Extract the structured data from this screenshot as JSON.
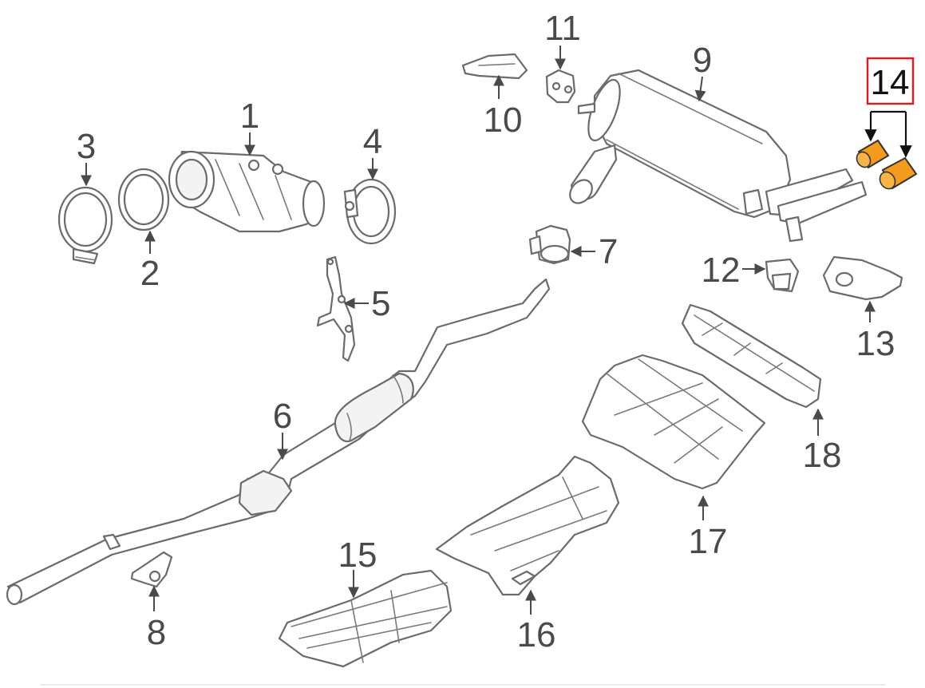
{
  "callouts": {
    "c1": "1",
    "c2": "2",
    "c3": "3",
    "c4": "4",
    "c5": "5",
    "c6": "6",
    "c7": "7",
    "c8": "8",
    "c9": "9",
    "c10": "10",
    "c11": "11",
    "c12": "12",
    "c13": "13",
    "c14": "14",
    "c15": "15",
    "c16": "16",
    "c17": "17",
    "c18": "18"
  },
  "colors": {
    "highlight_box": "#d42027",
    "highlight_parts": "#f39b1c",
    "line_art": "#6b6b6b",
    "labels": "#4a4a4a"
  }
}
